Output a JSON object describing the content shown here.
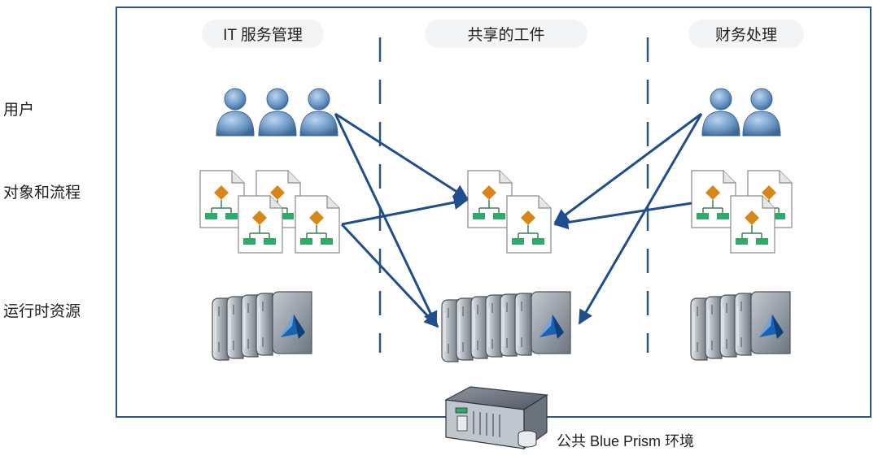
{
  "rows": {
    "users": "用户",
    "objects_processes": "对象和流程",
    "runtime_resources": "运行时资源"
  },
  "columns": {
    "it_service": "IT 服务管理",
    "shared": "共享的工件",
    "finance": "财务处理"
  },
  "environment_label": "公共 Blue Prism 环境",
  "colors": {
    "frame": "#2a5683",
    "arrow": "#1f4e8c",
    "user_fill": "#6f99c7",
    "diamond": "#d98619",
    "node": "#2eaa69",
    "server_face": "#7c8791",
    "prism": "#1a63b3"
  },
  "icons": [
    "user-icon",
    "process-document-icon",
    "runtime-server-icon",
    "database-server-icon"
  ]
}
